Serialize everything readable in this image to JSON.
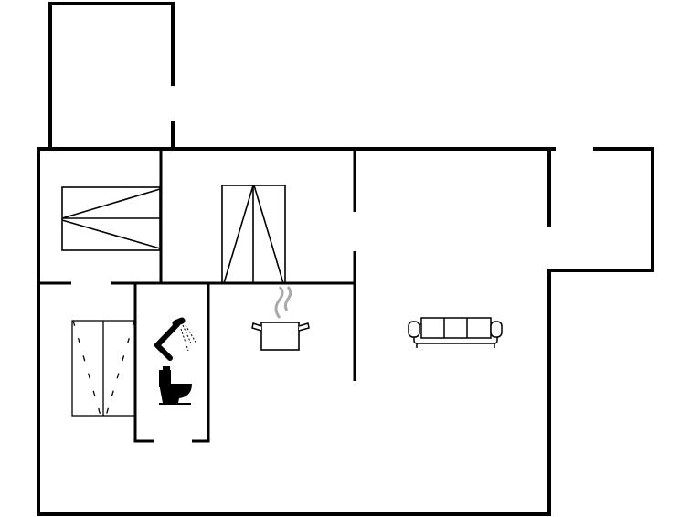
{
  "floorplan": {
    "wall_color": "#000000",
    "steam_color": "#aaaaaa",
    "background": "#ffffff",
    "rooms": [
      "annex-top",
      "bedroom-1",
      "bedroom-2",
      "bedroom-3",
      "bathroom",
      "kitchen",
      "living-room",
      "annex-right"
    ],
    "icons": [
      "bed-icon",
      "bed-icon",
      "bed-icon",
      "shower-icon",
      "toilet-icon",
      "cooking-pot-icon",
      "sofa-icon"
    ]
  }
}
